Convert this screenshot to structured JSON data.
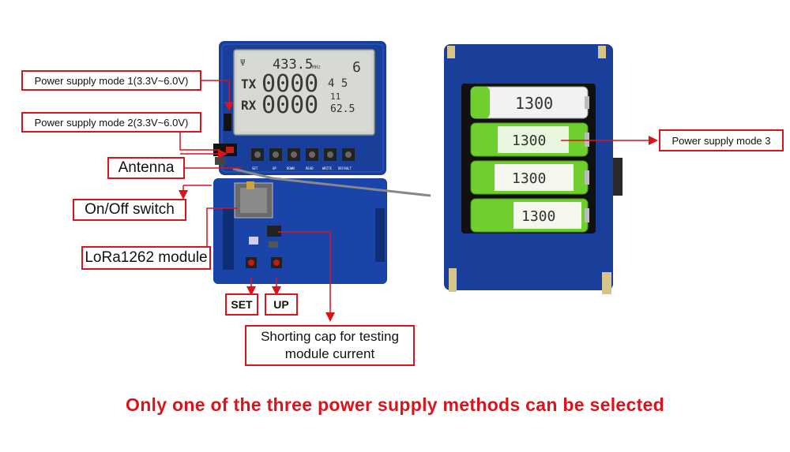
{
  "callouts": {
    "power_mode_1": "Power supply mode 1(3.3V~6.0V)",
    "power_mode_2": "Power supply mode 2(3.3V~6.0V)",
    "antenna": "Antenna",
    "on_off_switch": "On/Off switch",
    "lora_module": "LoRa1262 module",
    "set": "SET",
    "up": "UP",
    "shorting_cap_line1": "Shorting cap for testing",
    "shorting_cap_line2": "module current",
    "power_mode_3": "Power supply mode 3"
  },
  "lcd": {
    "freq_value": "433.5",
    "freq_unit": "MHz",
    "pwr_value": "6",
    "tx_label": "TX",
    "tx_digits": "0000",
    "rx_label": "RX",
    "rx_digits": "0000",
    "sf_value": "4 5",
    "bw_value": "11",
    "percent_value": "62.5"
  },
  "board_buttons": [
    "SET",
    "UP",
    "DOWN",
    "READ",
    "WRITE",
    "DEFAULT"
  ],
  "batteries": [
    "1300",
    "1300",
    "1300",
    "1300"
  ],
  "footer": "Only one of the three power supply methods can be selected",
  "colors": {
    "accent_red": "#d9141b",
    "pcb_blue": "#1a3f9b",
    "lcd_gray": "#d6d9d4",
    "battery_green": "#6fcf2e"
  }
}
